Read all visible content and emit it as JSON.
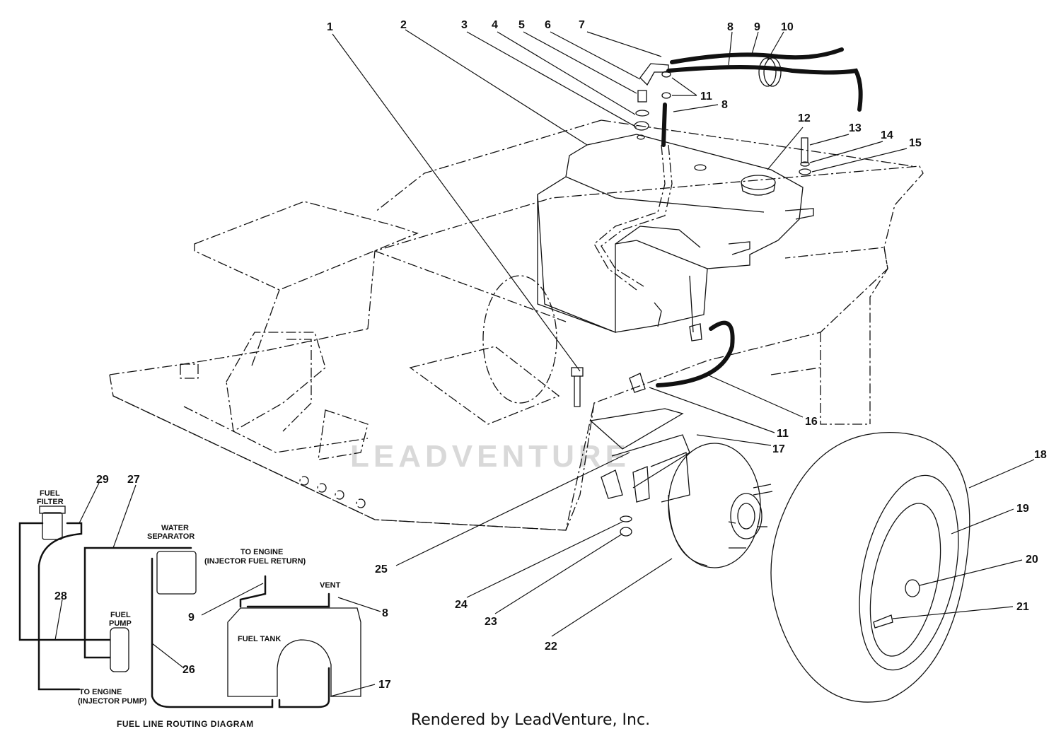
{
  "footer": "Rendered by LeadVenture, Inc.",
  "watermark": "LEADVENTURE",
  "callouts": [
    "1",
    "2",
    "3",
    "4",
    "5",
    "6",
    "7",
    "8",
    "9",
    "10",
    "11",
    "8",
    "12",
    "13",
    "14",
    "15",
    "16",
    "11",
    "17",
    "18",
    "19",
    "20",
    "21",
    "22",
    "23",
    "24",
    "25"
  ],
  "routing": {
    "title": "FUEL LINE ROUTING DIAGRAM",
    "fuel_filter": [
      "FUEL",
      "FILTER"
    ],
    "fuel_pump": [
      "FUEL",
      "PUMP"
    ],
    "water_separator": [
      "WATER",
      "SEPARATOR"
    ],
    "to_engine_return": [
      "TO ENGINE",
      "(INJECTOR FUEL RETURN)"
    ],
    "vent": "VENT",
    "fuel_tank": "FUEL TANK",
    "to_engine_pump": [
      "TO ENGINE",
      "(INJECTOR PUMP)"
    ],
    "callouts": [
      "29",
      "27",
      "28",
      "9",
      "8",
      "26",
      "17"
    ]
  }
}
